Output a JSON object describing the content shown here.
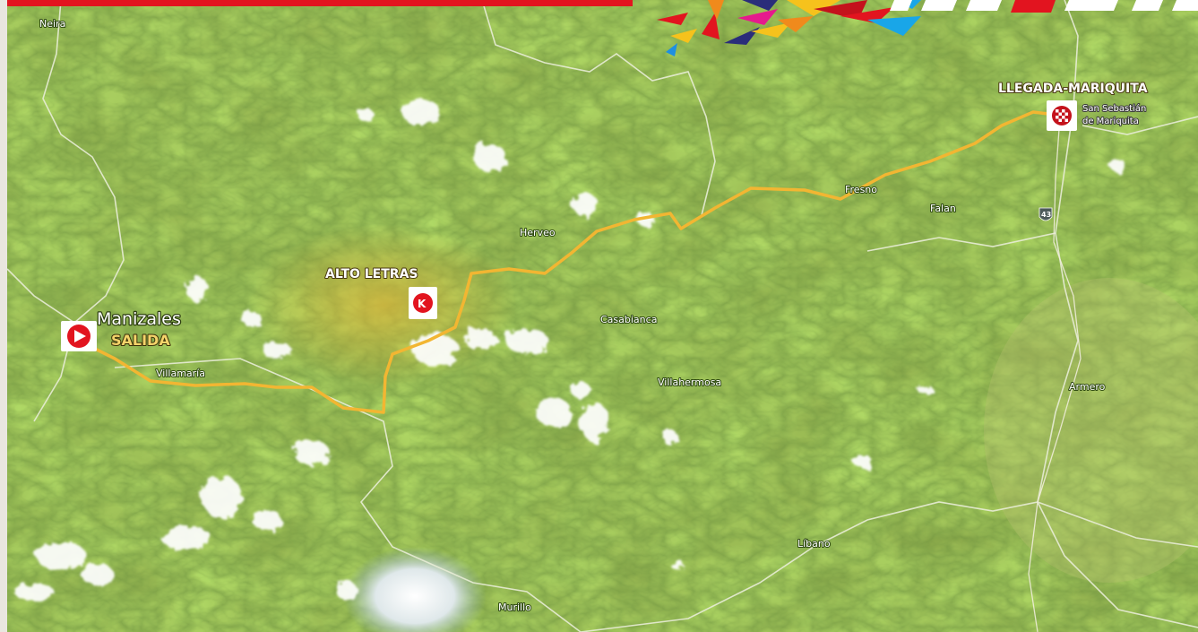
{
  "colors": {
    "terrain_base": "#6f9a2c",
    "terrain_light": "#9cbf3d",
    "terrain_dark": "#3f6a1c",
    "route": "#f2b632",
    "border": "#e8ecd6",
    "header_red": "#e2141f",
    "banner_white": "#ffffff"
  },
  "places": {
    "neira": "Neira",
    "manizales": "Manizales",
    "salida": "SALIDA",
    "villamaria": "Villamaría",
    "alto_letras": "ALTO LETRAS",
    "herveo": "Herveo",
    "casabianca": "Casabianca",
    "villahermosa": "Villahermosa",
    "fresno": "Fresno",
    "falan": "Falan",
    "llegada": "LLEGADA-MARIQUITA",
    "san_sebastian_1": "San Sebastián",
    "san_sebastian_2": "de Mariquita",
    "armero": "Armero",
    "libano": "Líbano",
    "murillo": "Murillo",
    "route_43": "43"
  },
  "icons": {
    "start": "play-icon",
    "climb": "mountain-climb-k-icon",
    "finish": "checkered-flag-icon"
  }
}
